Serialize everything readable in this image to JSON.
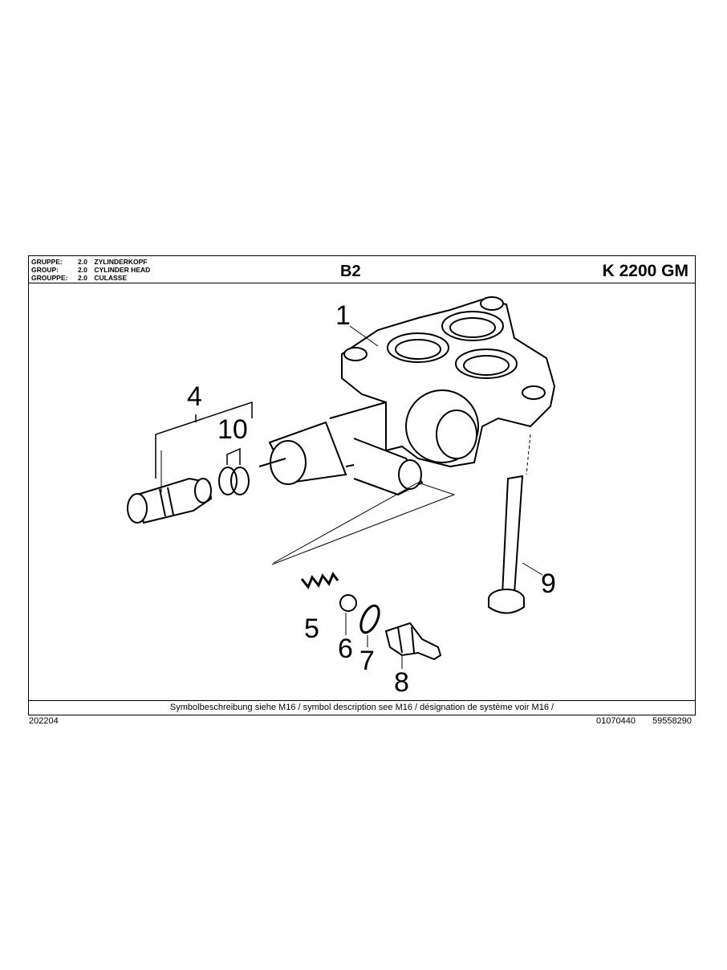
{
  "header": {
    "groups": [
      {
        "label": "GRUPPE:",
        "number": "2.0",
        "name": "ZYLINDERKOPF"
      },
      {
        "label": "GROUP:",
        "number": "2.0",
        "name": "CYLINDER HEAD"
      },
      {
        "label": "GROUPPE:",
        "number": "2.0",
        "name": "CULASSE"
      }
    ],
    "code": "B2",
    "model": "K 2200 GM"
  },
  "diagram": {
    "callouts": [
      "1",
      "4",
      "10",
      "5",
      "6",
      "7",
      "8",
      "9"
    ]
  },
  "footer": {
    "note": "Symbolbeschreibung siehe M16 / symbol description see M16 / désignation de système voir M16 /",
    "date_code": "202204",
    "doc_number": "01070440",
    "part_number": "59558290"
  }
}
